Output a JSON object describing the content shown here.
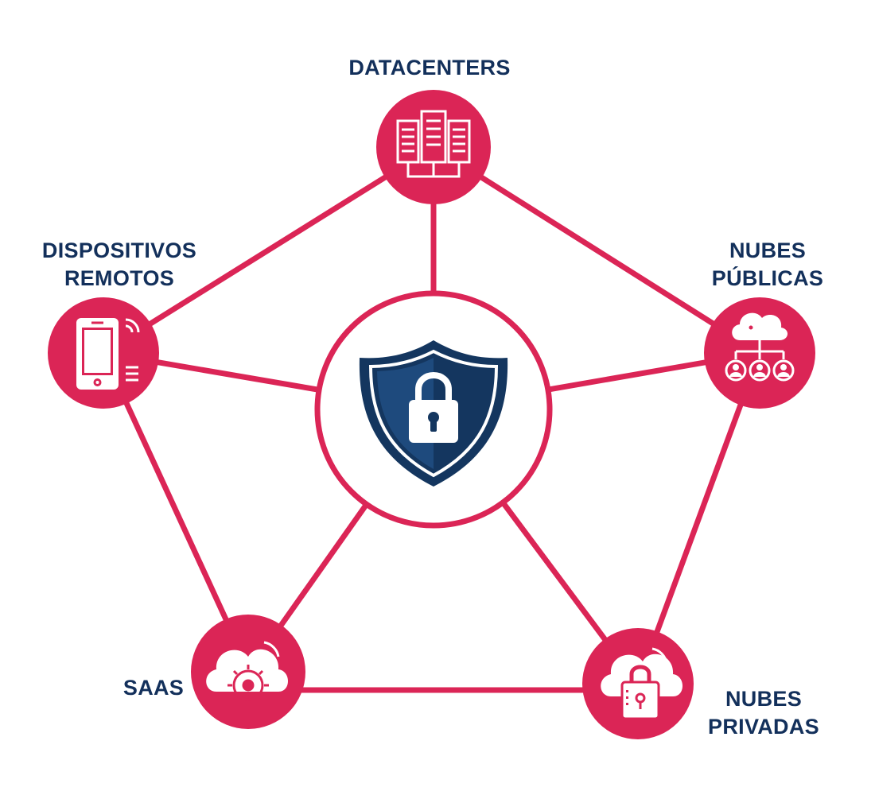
{
  "colors": {
    "accent": "#db2556",
    "navy": "#13305b",
    "shield_dark": "#14365f",
    "shield_light": "#1e4a7d",
    "white": "#ffffff"
  },
  "center": {
    "icon": "shield-lock-icon"
  },
  "nodes": {
    "datacenters": {
      "lines": [
        "DATACENTERS"
      ],
      "icon": "server-rack-icon"
    },
    "dispositivos": {
      "lines": [
        "DISPOSITIVOS",
        "REMOTOS"
      ],
      "icon": "smartphone-icon"
    },
    "publicas": {
      "lines": [
        "NUBES",
        "PÚBLICAS"
      ],
      "icon": "cloud-users-icon"
    },
    "saas": {
      "lines": [
        "SAAS"
      ],
      "icon": "cloud-gear-icon"
    },
    "privadas": {
      "lines": [
        "NUBES",
        "PRIVADAS"
      ],
      "icon": "cloud-lock-icon"
    }
  }
}
